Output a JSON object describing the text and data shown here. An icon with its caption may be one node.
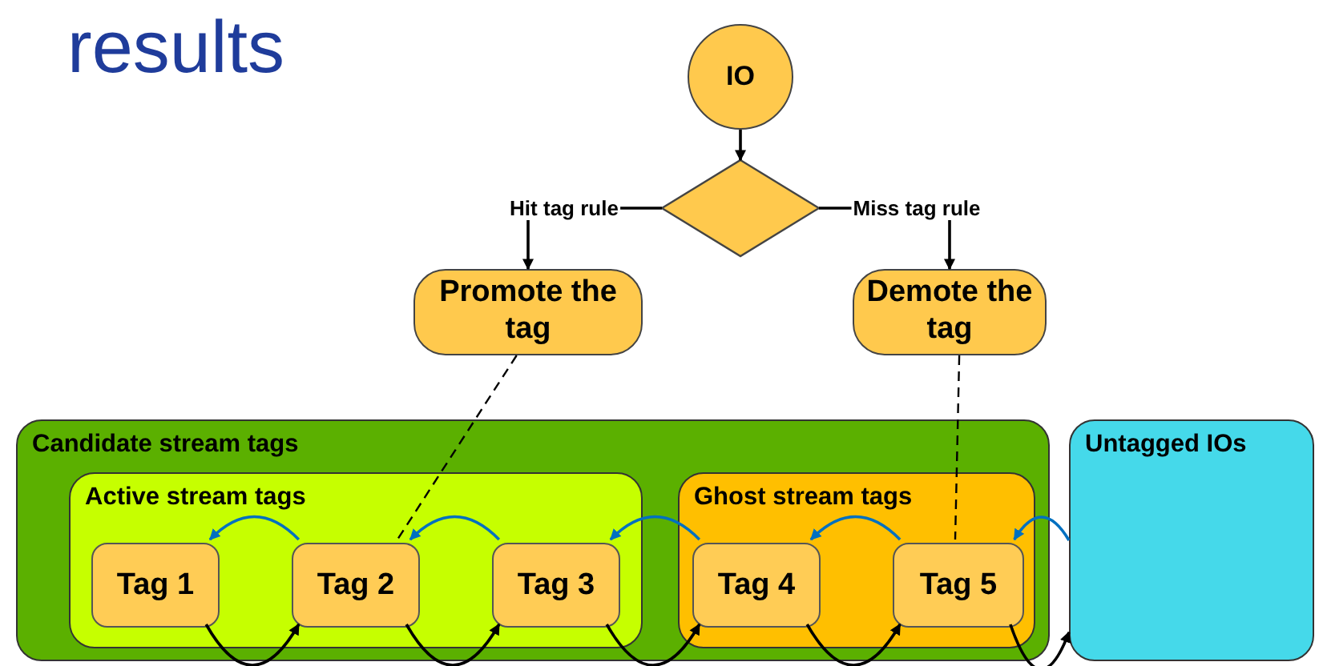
{
  "diagram": {
    "title": "results",
    "nodes": [
      {
        "text": [
          "IO"
        ]
      },
      {
        "text": [],
        "shape": "diamond"
      },
      {
        "text": [
          "Promote the tag"
        ]
      },
      {
        "text": [
          "Demote the tag"
        ]
      },
      {
        "text": [
          "Candidate stream tags"
        ]
      },
      {
        "text": [
          "Active stream tags"
        ],
        "in": 4
      },
      {
        "text": [
          "Tag 1"
        ],
        "in": 5
      },
      {
        "text": [
          "Tag 2"
        ],
        "in": 5
      },
      {
        "text": [
          "Tag 3"
        ],
        "in": 5
      },
      {
        "text": [
          "Ghost stream tags"
        ],
        "in": 4
      },
      {
        "text": [
          "Tag 4"
        ],
        "in": 9
      },
      {
        "text": [
          "Tag 5"
        ],
        "in": 9
      },
      {
        "text": [
          "Untagged IOs"
        ]
      }
    ],
    "edges": [
      {
        "from": 0,
        "to": 1,
        "arrow": "to"
      },
      {
        "from": 1,
        "to": 2,
        "arrow": "to",
        "label": "Hit tag rule"
      },
      {
        "from": 1,
        "to": 3,
        "arrow": "to",
        "label": "Miss tag rule"
      },
      {
        "from": 2,
        "to": 7,
        "arrow": "none",
        "style": "dashed"
      },
      {
        "from": 3,
        "to": 11,
        "arrow": "none",
        "style": "dashed"
      },
      {
        "from": 6,
        "to": 7,
        "arrow": "to"
      },
      {
        "from": 7,
        "to": 8,
        "arrow": "to"
      },
      {
        "from": 8,
        "to": 10,
        "arrow": "to"
      },
      {
        "from": 10,
        "to": 11,
        "arrow": "to"
      },
      {
        "from": 11,
        "to": 12,
        "arrow": "to"
      },
      {
        "from": 7,
        "to": 6,
        "arrow": "to",
        "color": "#0070c0"
      },
      {
        "from": 8,
        "to": 7,
        "arrow": "to",
        "color": "#0070c0"
      },
      {
        "from": 10,
        "to": 8,
        "arrow": "to",
        "color": "#0070c0"
      },
      {
        "from": 11,
        "to": 10,
        "arrow": "to",
        "color": "#0070c0"
      },
      {
        "from": 12,
        "to": 11,
        "arrow": "to",
        "color": "#0070c0"
      }
    ]
  }
}
